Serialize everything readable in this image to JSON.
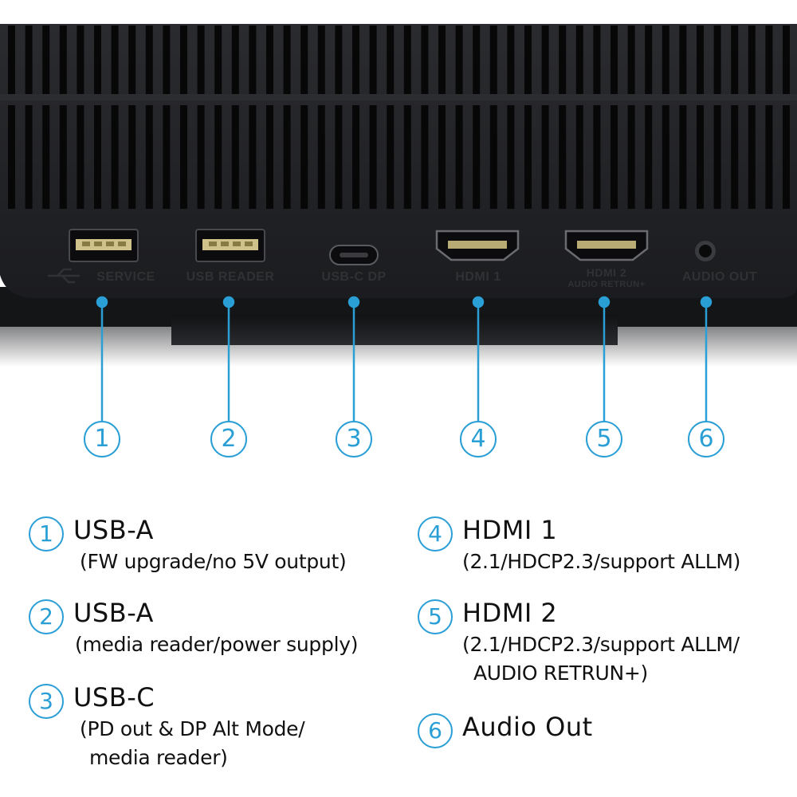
{
  "port_panel": {
    "labels": [
      "SERVICE",
      "USB READER",
      "USB-C DP",
      "HDMI 1",
      "HDMI 2",
      "AUDIO RETRUN+",
      "AUDIO OUT"
    ]
  },
  "callouts": [
    "1",
    "2",
    "3",
    "4",
    "5",
    "6"
  ],
  "legend": [
    {
      "num": "1",
      "title": "USB-A",
      "details": [
        "(FW upgrade/no 5V output)"
      ]
    },
    {
      "num": "2",
      "title": "USB-A",
      "details": [
        "(media reader/power supply)"
      ]
    },
    {
      "num": "3",
      "title": "USB-C",
      "details": [
        "(PD out & DP Alt Mode/",
        "media reader)"
      ]
    },
    {
      "num": "4",
      "title": "HDMI 1",
      "details": [
        "(2.1/HDCP2.3/support ALLM)"
      ]
    },
    {
      "num": "5",
      "title": "HDMI 2",
      "details": [
        "(2.1/HDCP2.3/support ALLM/",
        "AUDIO RETRUN+)"
      ]
    },
    {
      "num": "6",
      "title": "Audio Out",
      "details": []
    }
  ],
  "colors": {
    "accent": "#2a9fd6",
    "device_body": "#1a1b1d",
    "text": "#111111"
  }
}
